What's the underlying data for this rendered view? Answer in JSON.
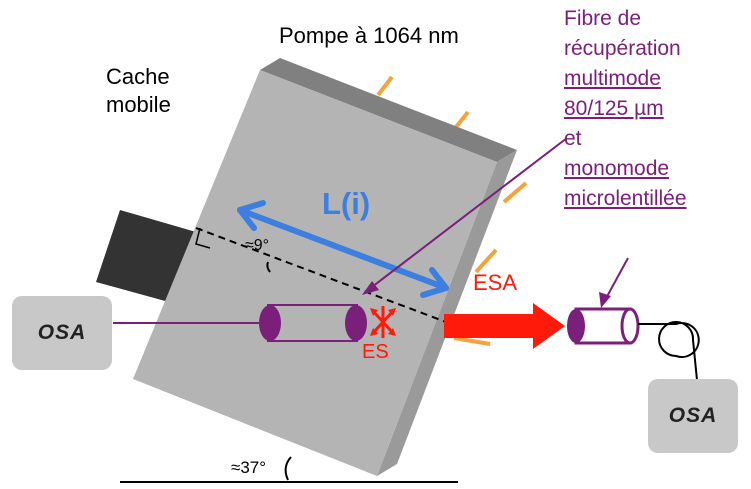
{
  "labels": {
    "pump": "Pompe à 1064 nm",
    "cache": "Cache",
    "cache2": "mobile",
    "length": "L(i)",
    "angle_small": "≈9°",
    "angle_large": "≈37°",
    "esa": "ESA",
    "es": "ES",
    "osa_left": "OSA",
    "osa_right": "OSA"
  },
  "fiber_note": [
    "Fibre de",
    "récupération",
    "multimode",
    "80/125 µm",
    "et",
    "monomode",
    "microlentillée"
  ],
  "colors": {
    "pump": "#f4a23a",
    "fiber": "#7a1f7a",
    "arrow_blue": "#3d7fe0",
    "red": "#ff1a0a",
    "sample": "#b4b4b4",
    "osa_box": "#c8c8c8"
  }
}
